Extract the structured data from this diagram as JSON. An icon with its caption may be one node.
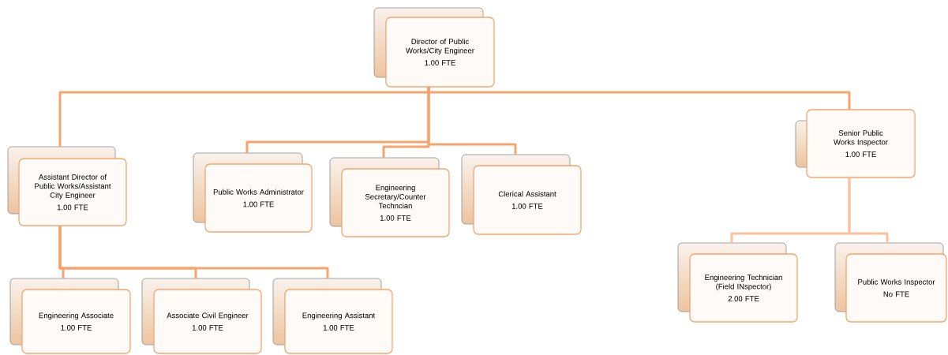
{
  "diagram": {
    "nodes": [
      {
        "text": [
          "Director of Public Works/City Engineer",
          "1.00 FTE"
        ]
      },
      {
        "text": [
          "Assistant Director of Public Works/Assistant City Engineer",
          "1.00 FTE"
        ]
      },
      {
        "text": [
          "Public Works Administrator",
          "1.00 FTE"
        ]
      },
      {
        "text": [
          "Engineering Secretary/Counter Techncian",
          "1.00 FTE"
        ]
      },
      {
        "text": [
          "Clerical Assistant",
          "1.00 FTE"
        ]
      },
      {
        "text": [
          "Senior Public Works Inspector",
          "1.00 FTE"
        ]
      },
      {
        "text": [
          "Engineering Associate",
          "1.00 FTE"
        ]
      },
      {
        "text": [
          "Associate Civil Engineer",
          "1.00 FTE"
        ]
      },
      {
        "text": [
          "Engineering Assistant",
          "1.00 FTE"
        ]
      },
      {
        "text": [
          "Engineering Technician (Field INspector)",
          "2.00 FTE"
        ]
      },
      {
        "text": [
          "Public Works Inspector",
          "No FTE"
        ]
      }
    ],
    "edges": [
      {
        "from": 0,
        "to": 1,
        "arrow": "none"
      },
      {
        "from": 0,
        "to": 2,
        "arrow": "none"
      },
      {
        "from": 0,
        "to": 3,
        "arrow": "none"
      },
      {
        "from": 0,
        "to": 4,
        "arrow": "none"
      },
      {
        "from": 0,
        "to": 5,
        "arrow": "none"
      },
      {
        "from": 1,
        "to": 6,
        "arrow": "none"
      },
      {
        "from": 1,
        "to": 7,
        "arrow": "none"
      },
      {
        "from": 1,
        "to": 8,
        "arrow": "none"
      },
      {
        "from": 5,
        "to": 9,
        "arrow": "none",
        "color": "#f9c19e"
      },
      {
        "from": 5,
        "to": 10,
        "arrow": "none",
        "color": "#f9c19e"
      }
    ]
  }
}
